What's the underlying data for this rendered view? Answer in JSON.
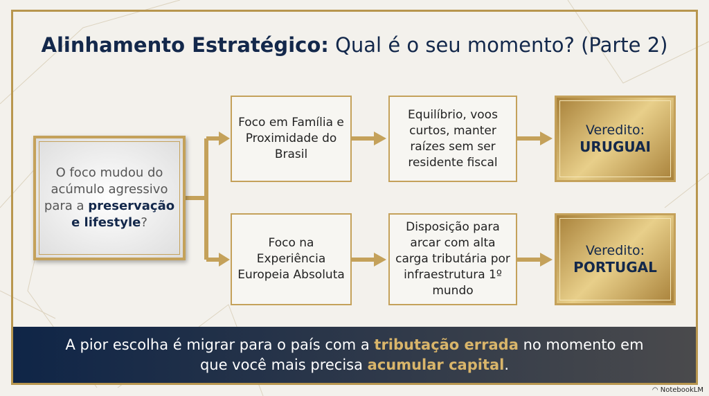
{
  "title": {
    "bold": "Alinhamento Estratégico:",
    "rest": " Qual é o seu momento? (Parte 2)"
  },
  "question": {
    "pre": "O foco mudou do acúmulo agressivo para a ",
    "bold": "preservação e lifestyle",
    "post": "?"
  },
  "rows": [
    {
      "focus": "Foco em Família e Proximidade do Brasil",
      "condition": "Equilíbrio, voos curtos, manter raízes sem ser residente fiscal",
      "verdict_label": "Veredito:",
      "verdict": "URUGUAI"
    },
    {
      "focus": "Foco na Experiência Europeia Absoluta",
      "condition": "Disposição para arcar com alta carga tributária por infraestrutura 1º mundo",
      "verdict_label": "Veredito:",
      "verdict": "PORTUGAL"
    }
  ],
  "banner": {
    "p1": "A pior escolha é migrar para o país com a ",
    "h1": "tributação errada",
    "p2": " no momento em que você mais precisa ",
    "h2": "acumular capital",
    "p3": "."
  },
  "watermark": "NotebookLM",
  "colors": {
    "gold": "#c4a15a",
    "navy": "#13284b"
  }
}
